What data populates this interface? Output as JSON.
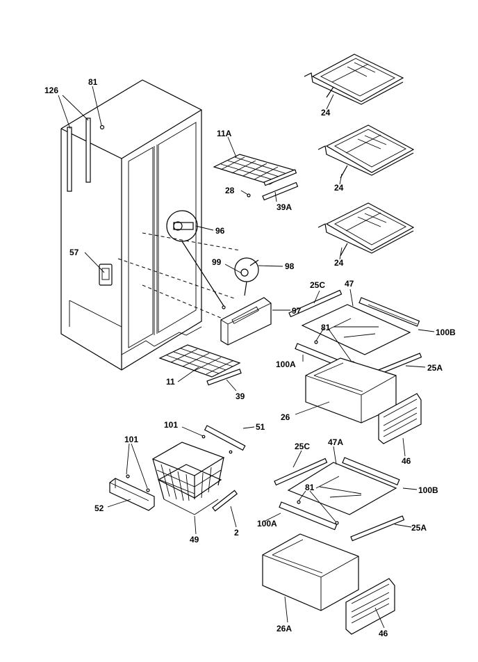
{
  "diagram": {
    "callouts": {
      "c126": "126",
      "c81a": "81",
      "c57": "57",
      "c11A": "11A",
      "c28": "28",
      "c39A": "39A",
      "c96": "96",
      "c99": "99",
      "c98": "98",
      "c97": "97",
      "c11": "11",
      "c39": "39",
      "c24a": "24",
      "c24b": "24",
      "c24c": "24",
      "c25C": "25C",
      "c47": "47",
      "c81b": "81",
      "c100B": "100B",
      "c100A": "100A",
      "c25A": "25A",
      "c26": "26",
      "c46a": "46",
      "c101a": "101",
      "c51": "51",
      "c101b": "101",
      "c52": "52",
      "c49": "49",
      "c2": "2",
      "c25C2": "25C",
      "c47A": "47A",
      "c81c": "81",
      "c100B2": "100B",
      "c100A2": "100A",
      "c25A2": "25A",
      "c26A": "26A",
      "c46b": "46"
    }
  }
}
